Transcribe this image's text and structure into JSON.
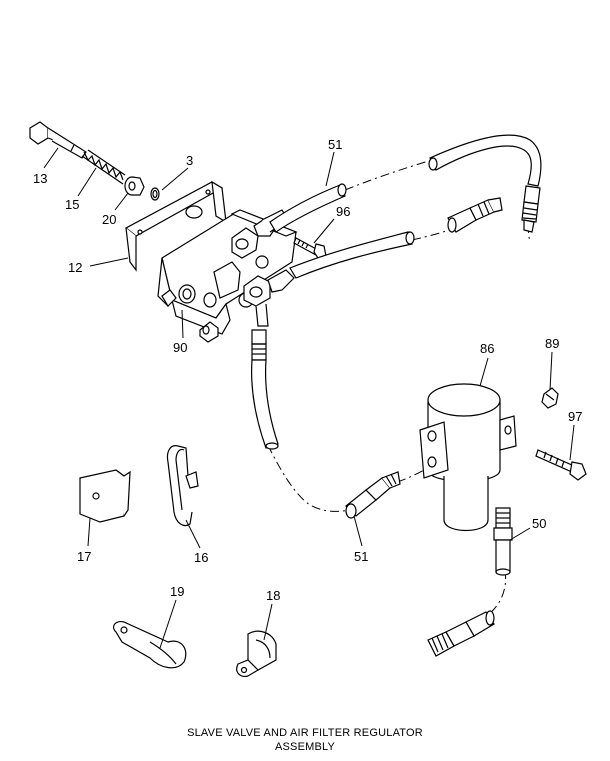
{
  "callouts": {
    "c13": "13",
    "c15": "15",
    "c20": "20",
    "c3": "3",
    "c12": "12",
    "c51_top": "51",
    "c96": "96",
    "c90": "90",
    "c86": "86",
    "c89": "89",
    "c97": "97",
    "c17": "17",
    "c16": "16",
    "c51_bottom": "51",
    "c50": "50",
    "c19": "19",
    "c18": "18"
  },
  "caption": {
    "line1": "SLAVE VALVE AND AIR FILTER REGULATOR",
    "line2": "ASSEMBLY"
  }
}
